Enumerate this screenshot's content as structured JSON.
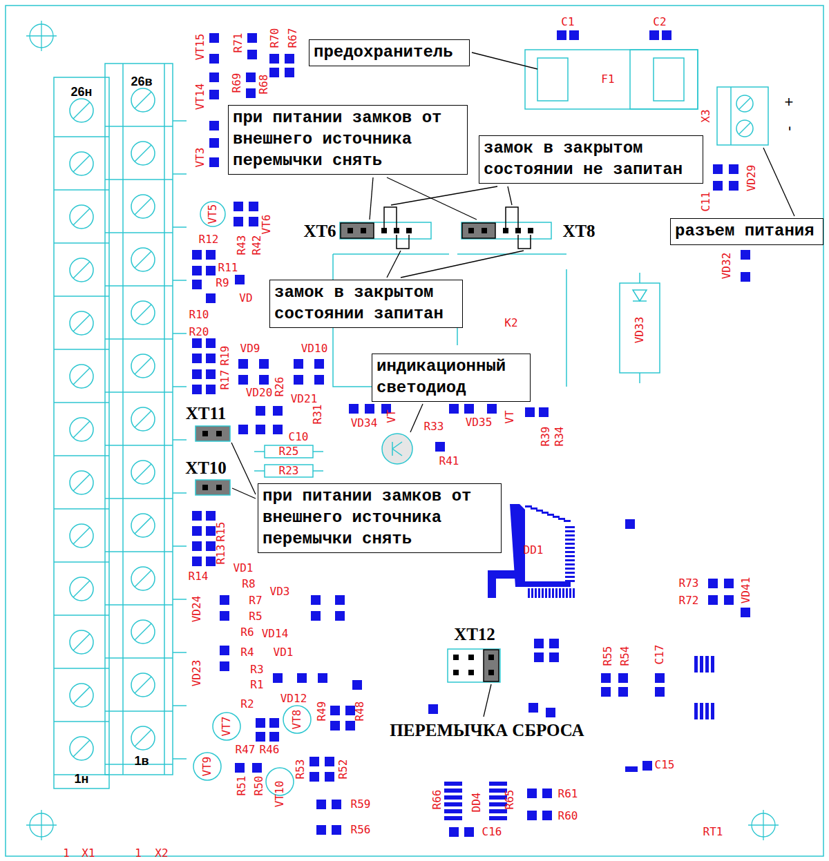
{
  "diagram": {
    "nodes": [
      {
        "text": [
          "предохранитель"
        ]
      },
      {
        "text": [
          "при питании замков от внешнего источника перемычки снять"
        ]
      },
      {
        "text": [
          "замок в закрытом состоянии не запитан"
        ]
      },
      {
        "text": [
          "разъем питания"
        ]
      },
      {
        "text": [
          "замок в закрытом состоянии запитан"
        ]
      },
      {
        "text": [
          "индикационный светодиод"
        ]
      },
      {
        "text": [
          "при питании замков от внешнего источника перемычки снять"
        ]
      }
    ],
    "labels": [
      "XT6",
      "XT8",
      "XT11",
      "XT10",
      "XT12",
      "ПЕРЕМЫЧКА СБРОСА",
      "26н",
      "26в",
      "1н",
      "1в",
      "1",
      "X1",
      "1",
      "X2",
      "C1",
      "C2",
      "F1",
      "X3",
      "+",
      "-",
      "VD29",
      "C11",
      "VD32",
      "VD33",
      "K2",
      "VT15",
      "R71",
      "R70",
      "R67",
      "VT14",
      "R69",
      "R68",
      "VT3",
      "VT5",
      "VT6",
      "R12",
      "R43",
      "R42",
      "R11",
      "R9",
      "VD",
      "R10",
      "R20",
      "R19",
      "R17",
      "VD9",
      "VD10",
      "VD20",
      "R26",
      "VD21",
      "R31",
      "C10",
      "VD34",
      "VT",
      "R33",
      "VD35",
      "VT",
      "R39",
      "R34",
      "R41",
      "R25",
      "R23",
      "R15",
      "R13",
      "R14",
      "VD1",
      "R8",
      "VD3",
      "R7",
      "R5",
      "VD24",
      "VD14",
      "R6",
      "R4",
      "VD1",
      "R3",
      "R1",
      "VD23",
      "VD12",
      "R2",
      "VT7",
      "VT8",
      "R49",
      "R48",
      "R47",
      "R46",
      "VT9",
      "R53",
      "R52",
      "R51",
      "R50",
      "VT10",
      "R59",
      "R56",
      "DD1",
      "R73",
      "R72",
      "VD41",
      "R55",
      "R54",
      "C17",
      "C15",
      "R66",
      "DD4",
      "R65",
      "R61",
      "R60",
      "C16",
      "RT1"
    ]
  }
}
